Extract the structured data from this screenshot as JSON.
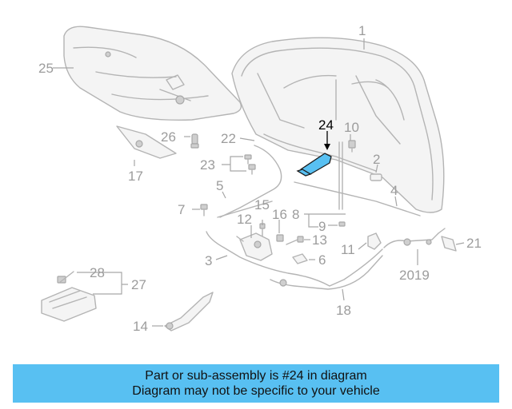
{
  "diagram": {
    "callouts": [
      "1",
      "2",
      "3",
      "4",
      "5",
      "6",
      "7",
      "8",
      "9",
      "10",
      "11",
      "12",
      "13",
      "14",
      "15",
      "16",
      "17",
      "18",
      "2019",
      "21",
      "22",
      "23",
      "24",
      "25",
      "26",
      "27",
      "28"
    ],
    "highlighted_part": "24",
    "colors": {
      "highlight": "#58c0f2",
      "line_art": "#b4b4b4",
      "callout_text": "#9c9c9c"
    }
  },
  "banner": {
    "line1": "Part or sub-assembly is #24 in diagram",
    "line2": "Diagram may not be specific to your vehicle"
  }
}
